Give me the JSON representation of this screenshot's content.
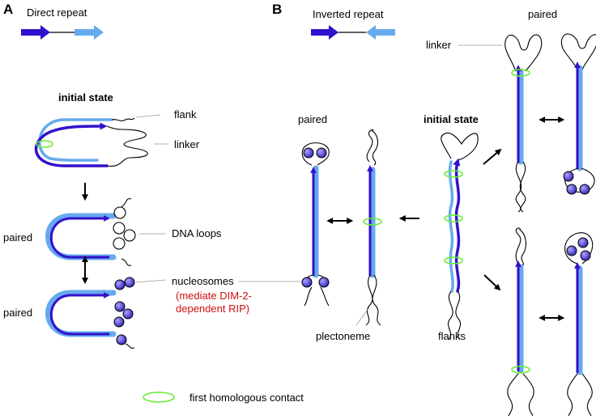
{
  "panel_a": {
    "letter": "A",
    "repeat_label": "Direct repeat",
    "initial_state_label": "initial state",
    "flank_label": "flank",
    "linker_label": "linker",
    "paired_label_1": "paired",
    "dna_loops_label": "DNA loops",
    "paired_label_2": "paired",
    "nucleosomes_label": "nucleosomes",
    "mediate_line_1": "(mediate DIM-2-",
    "mediate_line_2": "dependent RIP)"
  },
  "panel_b": {
    "letter": "B",
    "repeat_label": "Inverted repeat",
    "paired_top_label": "paired",
    "linker_label": "linker",
    "paired_left_label": "paired",
    "initial_state_label": "initial state",
    "plectoneme_label": "plectoneme",
    "flanks_label": "flanks"
  },
  "legend": {
    "contact_label": "first homologous contact"
  },
  "colors": {
    "dark_repeat": "#3311cc",
    "light_repeat": "#66aaee",
    "contact_ring": "#66ee33",
    "annotation_red": "#cc1111",
    "nucleosome_fill": "#5544dd"
  }
}
